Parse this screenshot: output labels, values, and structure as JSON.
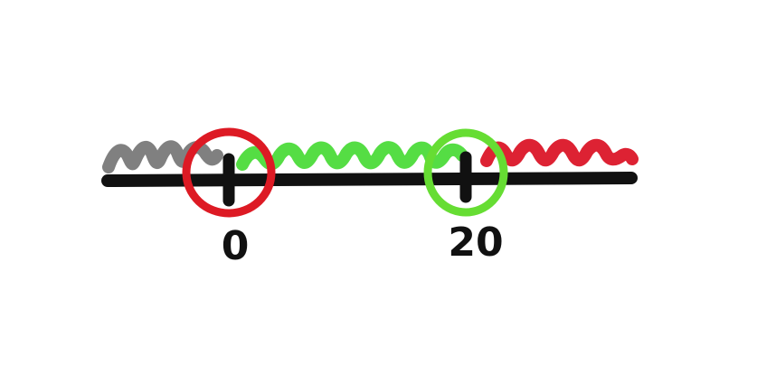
{
  "number_line": {
    "ticks": [
      {
        "value": "0",
        "label": "0"
      },
      {
        "value": "20",
        "label": "20"
      }
    ]
  },
  "regions": [
    {
      "name": "below-zero",
      "color": "#808080",
      "from": "left",
      "to": "0"
    },
    {
      "name": "between",
      "color": "#55dd44",
      "from": "0",
      "to": "20"
    },
    {
      "name": "above-twenty",
      "color": "#dd2233",
      "from": "20",
      "to": "right"
    }
  ],
  "markers": [
    {
      "at": "0",
      "color": "#dd1a24",
      "meaning": "open-circle"
    },
    {
      "at": "20",
      "color": "#66dd33",
      "meaning": "open-circle"
    }
  ],
  "colors": {
    "axis": "#111111",
    "background": "#ffffff"
  }
}
